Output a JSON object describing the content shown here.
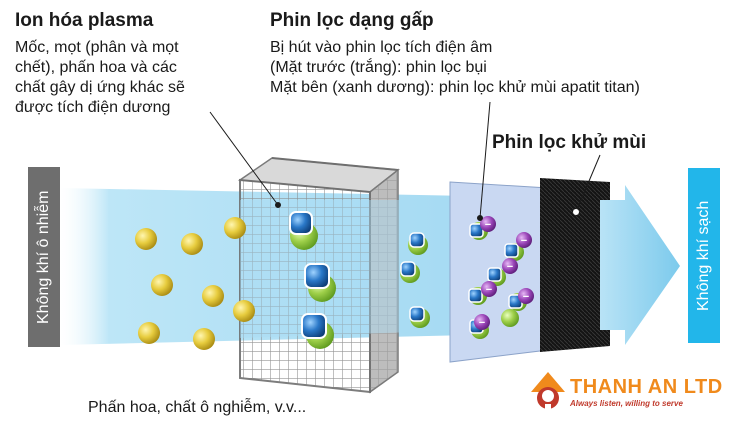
{
  "labels": {
    "ion_title": "Ion hóa plasma",
    "ion_desc": [
      "Mốc, mọt (phân và mọt",
      "chết), phấn hoa và các",
      "chất gây dị ứng khác sẽ",
      "được tích điện dương"
    ],
    "pleat_title": "Phin lọc dạng gấp",
    "pleat_desc": [
      "Bị hút vào phin lọc tích điện âm",
      "(Mặt trước (trắng): phin lọc bụi",
      "Mặt bên (xanh dương): phin lọc khử mùi apatit titan)"
    ],
    "deodor_title": "Phin lọc khử mùi",
    "polluted_air": "Không khí ô nhiễm",
    "clean_air": "Không khí sạch",
    "bottom_caption": "Phấn hoa, chất ô nghiễm, v.v...",
    "minus_sign": "−"
  },
  "brand": {
    "name": "THANH AN LTD",
    "slogan": "Always listen, willing to serve"
  },
  "colors": {
    "flow": "#a9dcf3",
    "arrow": "#8fd1ef",
    "polluted_box": "#6e6e6e",
    "clean_box": "#22b6ea",
    "particle": "#e0c43a",
    "ion_blue": "#1f6fc0",
    "ion_green": "#8ec63f",
    "negative_ion": "#8b3aa8",
    "brand_orange": "#f08a1c",
    "brand_red": "#c0392b"
  }
}
